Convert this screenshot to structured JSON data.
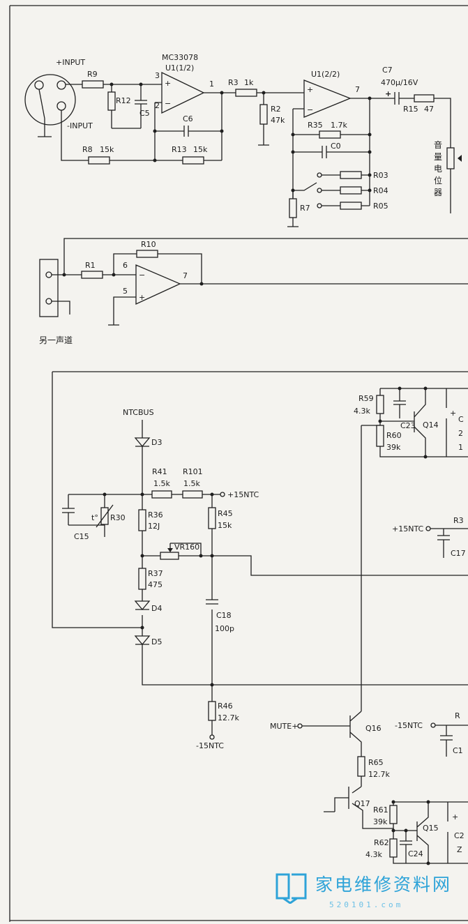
{
  "amp": {
    "in_plus": "+INPUT",
    "in_minus": "-INPUT",
    "chip": "MC33078",
    "u1a": "U1(1/2)",
    "u1b": "U1(2/2)",
    "p3": "3",
    "p2": "2",
    "p1": "1",
    "p7": "7",
    "r9": "R9",
    "r12": "R12",
    "c5": "C5",
    "c6": "C6",
    "r3": "R3",
    "r3v": "1k",
    "r2": "R2",
    "r2v": "47k",
    "r8": "R8",
    "r8v": "15k",
    "r13": "R13",
    "r13v": "15k",
    "r35": "R35",
    "r35v": "1.7k",
    "c0": "C0",
    "r03": "R03",
    "r04": "R04",
    "r05": "R05",
    "r7": "R7",
    "c7": "C7",
    "c7v": "470μ/16V",
    "r15": "R15",
    "r15v": "47",
    "vol": [
      "音",
      "量",
      "电",
      "位",
      "器"
    ]
  },
  "ch2": {
    "r10": "R10",
    "r1": "R1",
    "p6": "6",
    "p5": "5",
    "p7": "7",
    "label": "另一声道"
  },
  "ntc": {
    "bus": "NTCBUS",
    "d3": "D3",
    "d4": "D4",
    "d5": "D5",
    "r41": "R41",
    "r41v": "1.5k",
    "r101": "R101",
    "r101v": "1.5k",
    "p15": "+15NTC",
    "c15": "C15",
    "therm": "t°",
    "r30": "R30",
    "r36": "R36",
    "r36v": "12J",
    "r45": "R45",
    "r45v": "15k",
    "vr": "VR160",
    "r37": "R37",
    "r37v": "475",
    "c18": "C18",
    "c18v": "100p",
    "r46": "R46",
    "r46v": "12.7k",
    "m15": "-15NTC"
  },
  "mute": {
    "r59": "R59",
    "r59v": "4.3k",
    "c23": "C23",
    "q14": "Q14",
    "r60": "R60",
    "r60v": "39k",
    "p15": "+15NTC",
    "r3x": "R3",
    "c17": "C17",
    "mute": "MUTE+",
    "q16": "Q16",
    "m15": "-15NTC",
    "rx": "R",
    "c1x": "C1",
    "r65": "R65",
    "r65v": "12.7k",
    "q17": "Q17",
    "r61": "R61",
    "r61v": "39k",
    "q15": "Q15",
    "r62": "R62",
    "r62v": "4.3k",
    "c24": "C24",
    "edge1": "2",
    "edge2": "1",
    "edge3": "C",
    "edge4": "C2",
    "edge5": "Z"
  },
  "watermark": {
    "cn": "家电维修资料网",
    "en": "520101.com"
  }
}
